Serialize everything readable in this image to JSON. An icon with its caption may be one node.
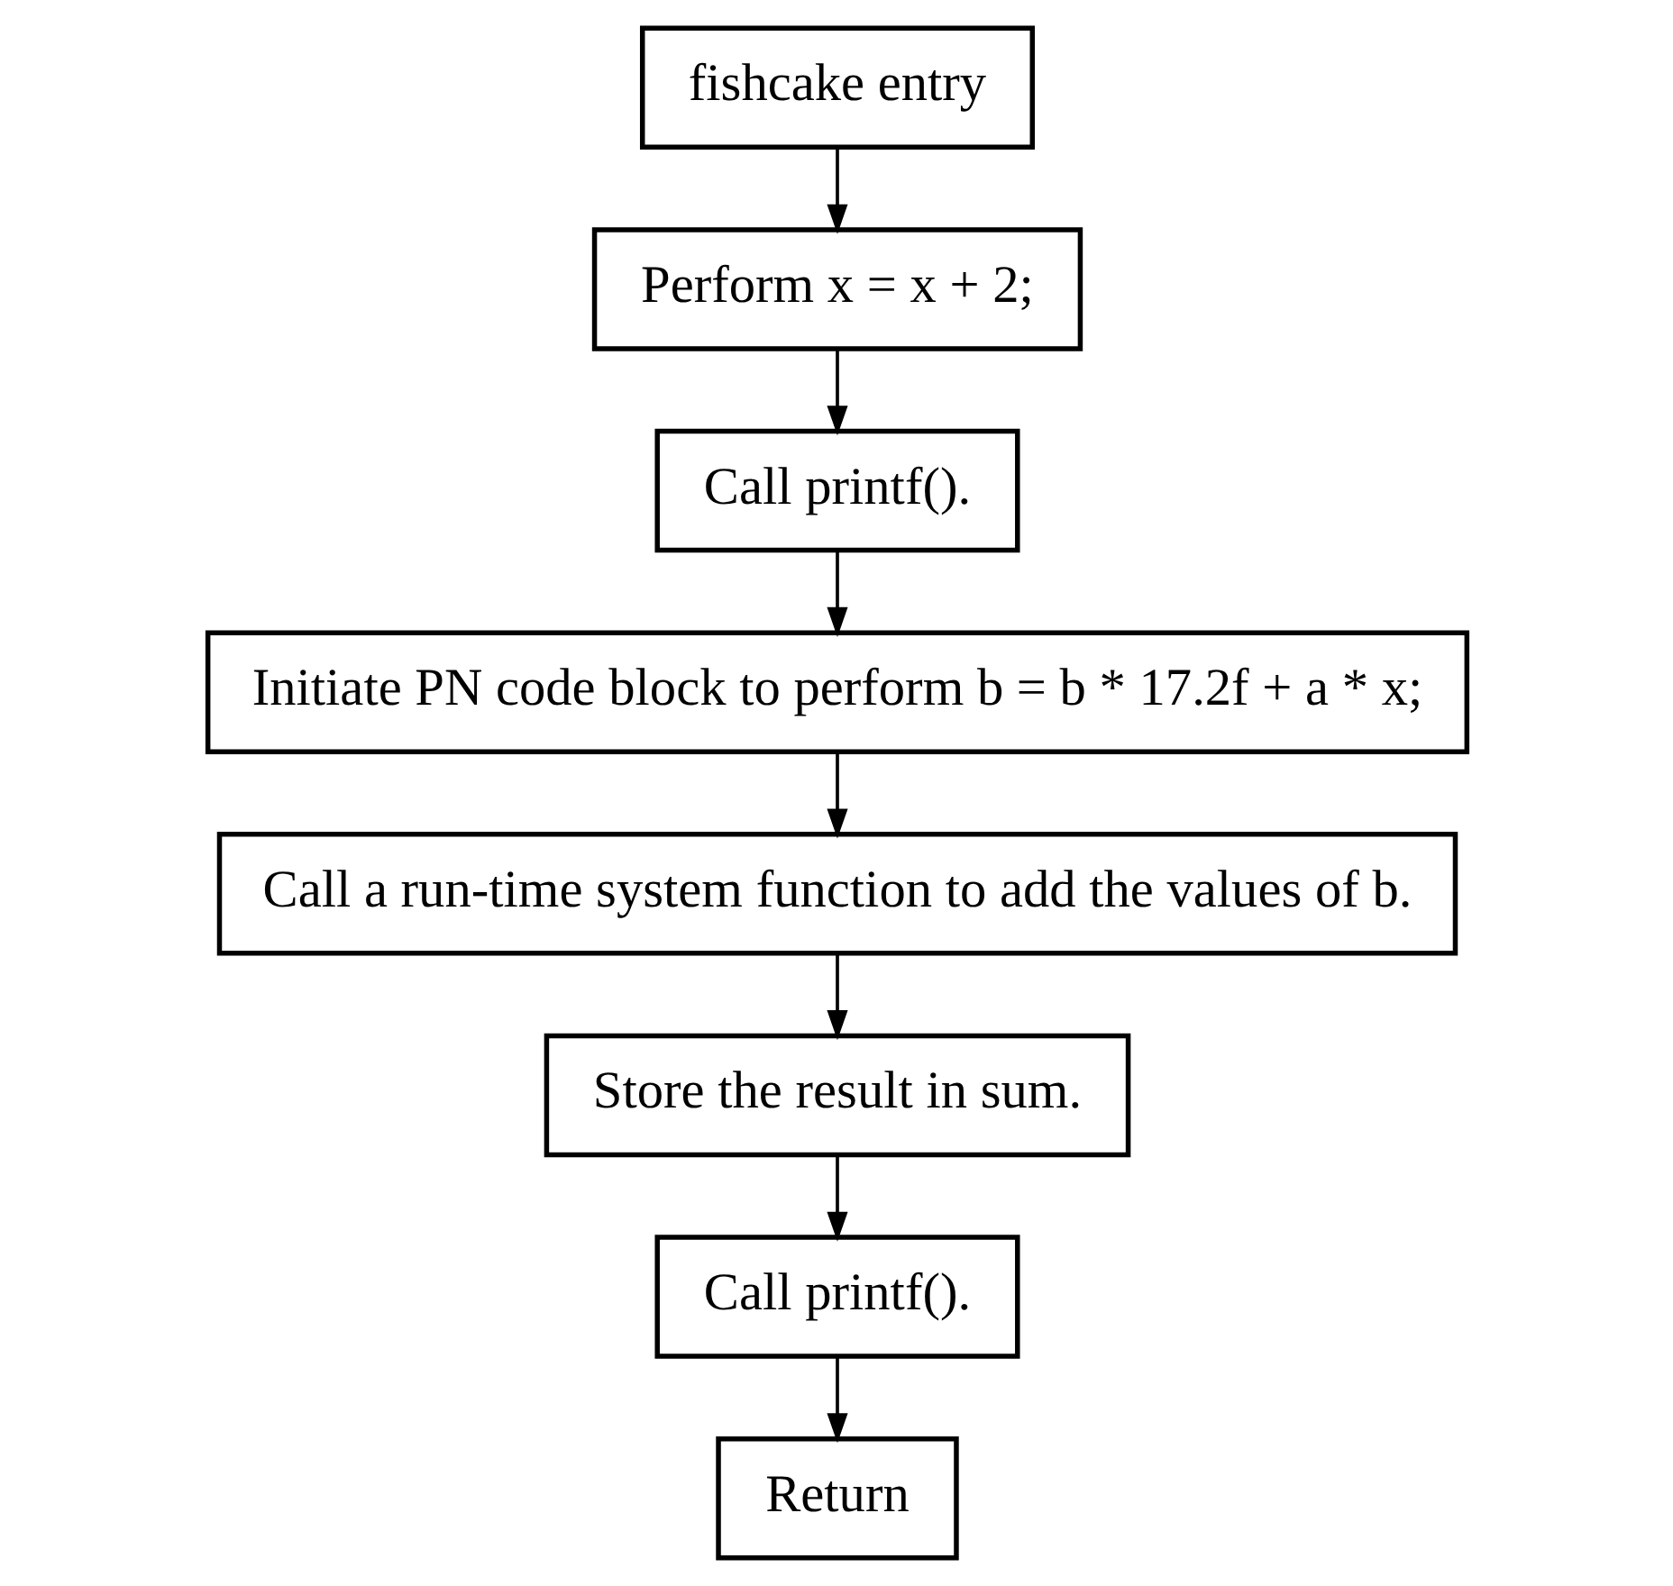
{
  "diagram": {
    "nodes": [
      {
        "text": [
          "fishcake entry"
        ]
      },
      {
        "text": [
          "Perform x = x + 2;"
        ]
      },
      {
        "text": [
          "Call printf()."
        ]
      },
      {
        "text": [
          "Initiate PN code block to perform b = b * 17.2f + a * x;"
        ]
      },
      {
        "text": [
          "Call a run-time system function to add the values of b."
        ]
      },
      {
        "text": [
          "Store the result in sum."
        ]
      },
      {
        "text": [
          "Call printf()."
        ]
      },
      {
        "text": [
          "Return"
        ]
      }
    ],
    "edges": [
      {
        "from": 0,
        "to": 1,
        "arrow": "to"
      },
      {
        "from": 1,
        "to": 2,
        "arrow": "to"
      },
      {
        "from": 2,
        "to": 3,
        "arrow": "to"
      },
      {
        "from": 3,
        "to": 4,
        "arrow": "to"
      },
      {
        "from": 4,
        "to": 5,
        "arrow": "to"
      },
      {
        "from": 5,
        "to": 6,
        "arrow": "to"
      },
      {
        "from": 6,
        "to": 7,
        "arrow": "to"
      }
    ]
  }
}
